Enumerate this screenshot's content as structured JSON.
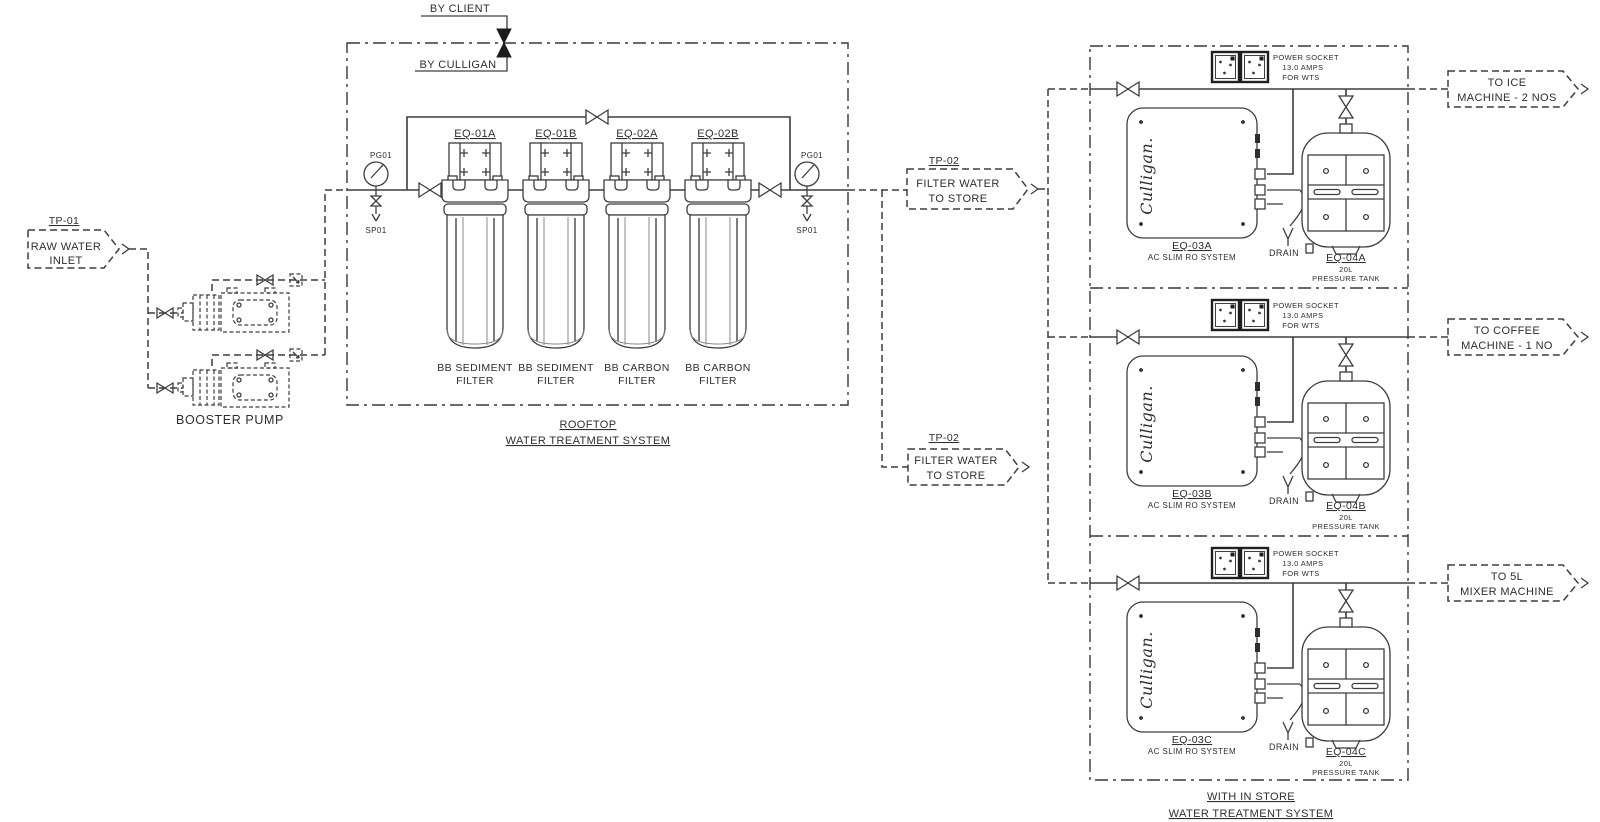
{
  "diagram": {
    "inlet": {
      "tp": "TP-01",
      "line1": "RAW WATER",
      "line2": "INLET"
    },
    "booster_pump_label": "BOOSTER PUMP",
    "rooftop": {
      "by_client": "BY CLIENT",
      "by_culligan": "BY CULLIGAN",
      "pg_left": "PG01",
      "sp_left": "SP01",
      "pg_right": "PG01",
      "sp_right": "SP01",
      "filters": [
        {
          "tag": "EQ-01A",
          "line1": "BB SEDIMENT",
          "line2": "FILTER"
        },
        {
          "tag": "EQ-01B",
          "line1": "BB SEDIMENT",
          "line2": "FILTER"
        },
        {
          "tag": "EQ-02A",
          "line1": "BB CARBON",
          "line2": "FILTER"
        },
        {
          "tag": "EQ-02B",
          "line1": "BB CARBON",
          "line2": "FILTER"
        }
      ],
      "caption1": "ROOFTOP",
      "caption2": "WATER TREATMENT SYSTEM"
    },
    "transfer_tags": [
      {
        "tp": "TP-02",
        "line1": "FILTER WATER",
        "line2": "TO STORE"
      },
      {
        "tp": "TP-02",
        "line1": "FILTER WATER",
        "line2": "TO STORE"
      }
    ],
    "store": {
      "caption1": "WITH IN STORE",
      "caption2": "WATER TREATMENT SYSTEM",
      "logo": "Culligan.",
      "socket1": "POWER SOCKET",
      "socket2": "13.0 AMPS",
      "socket3": "FOR WTS",
      "drain": "DRAIN",
      "sections": [
        {
          "ro_tag": "EQ-03A",
          "ro_type": "AC SLIM RO SYSTEM",
          "tank_tag": "EQ-04A",
          "tank_cap": "20L",
          "tank_type": "PRESSURE TANK",
          "out1": "TO ICE",
          "out2": "MACHINE - 2 NOS"
        },
        {
          "ro_tag": "EQ-03B",
          "ro_type": "AC SLIM RO SYSTEM",
          "tank_tag": "EQ-04B",
          "tank_cap": "20L",
          "tank_type": "PRESSURE TANK",
          "out1": "TO COFFEE",
          "out2": "MACHINE - 1 NO"
        },
        {
          "ro_tag": "EQ-03C",
          "ro_type": "AC SLIM RO SYSTEM",
          "tank_tag": "EQ-04C",
          "tank_cap": "20L",
          "tank_type": "PRESSURE TANK",
          "out1": "TO 5L",
          "out2": "MIXER MACHINE"
        }
      ]
    },
    "line_color": "#3d3d3d"
  }
}
